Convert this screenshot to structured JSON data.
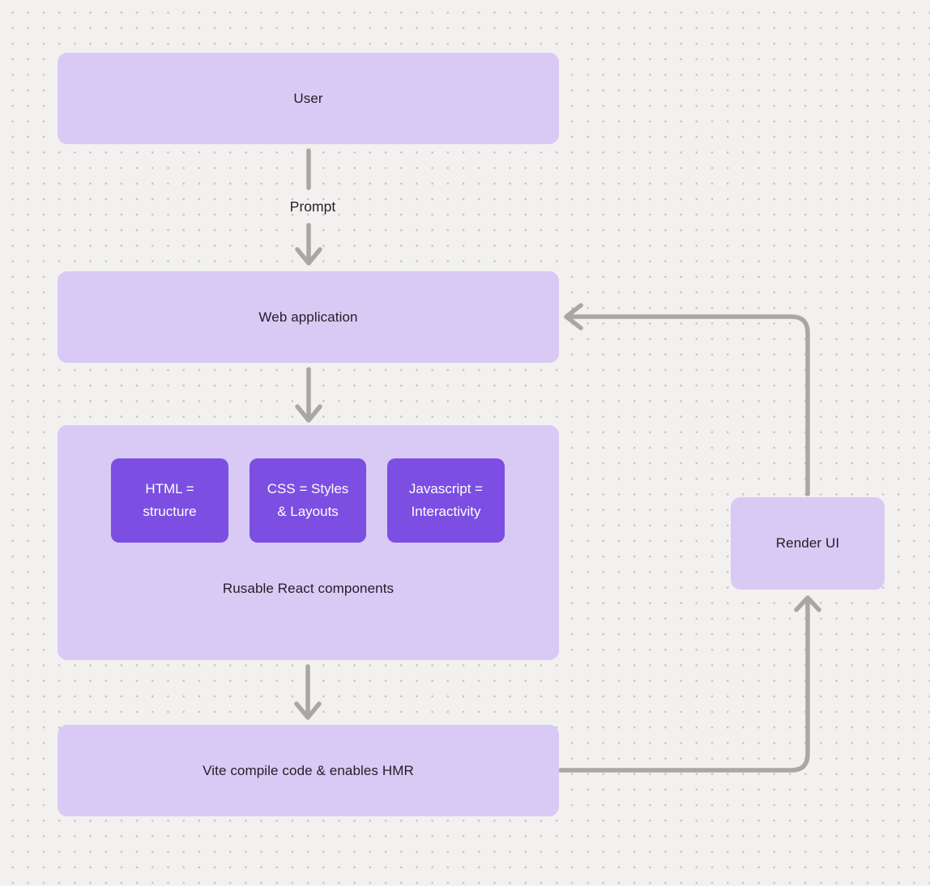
{
  "diagram": {
    "type": "flowchart",
    "background": "#f2f1ef",
    "colors": {
      "node_fill": "#d8caf4",
      "inner_node_fill": "#7c4ee2",
      "connector": "#a9a7a4",
      "text_dark": "#221e28",
      "text_light": "#ffffff",
      "dot_grid": "#c6c4c1"
    },
    "nodes": {
      "user": {
        "label": "User"
      },
      "web_application": {
        "label": "Web application"
      },
      "components_group": {
        "caption": "Rusable React components",
        "children": [
          {
            "label": "HTML = structure",
            "lines": [
              "HTML =",
              "structure"
            ]
          },
          {
            "label": "CSS = Styles & Layouts",
            "lines": [
              "CSS = Styles",
              "& Layouts"
            ]
          },
          {
            "label": "Javascript = Interactivity",
            "lines": [
              "Javascript =",
              "Interactivity"
            ]
          }
        ]
      },
      "vite": {
        "label": "Vite compile code & enables HMR"
      },
      "render_ui": {
        "label": "Render UI"
      }
    },
    "edges": [
      {
        "from": "User",
        "to": "Web application",
        "label": "Prompt"
      },
      {
        "from": "Web application",
        "to": "Rusable React components",
        "label": ""
      },
      {
        "from": "Rusable React components",
        "to": "Vite compile code & enables HMR",
        "label": ""
      },
      {
        "from": "Vite compile code & enables HMR",
        "to": "Render UI",
        "label": ""
      },
      {
        "from": "Render UI",
        "to": "Web application",
        "label": ""
      }
    ]
  }
}
